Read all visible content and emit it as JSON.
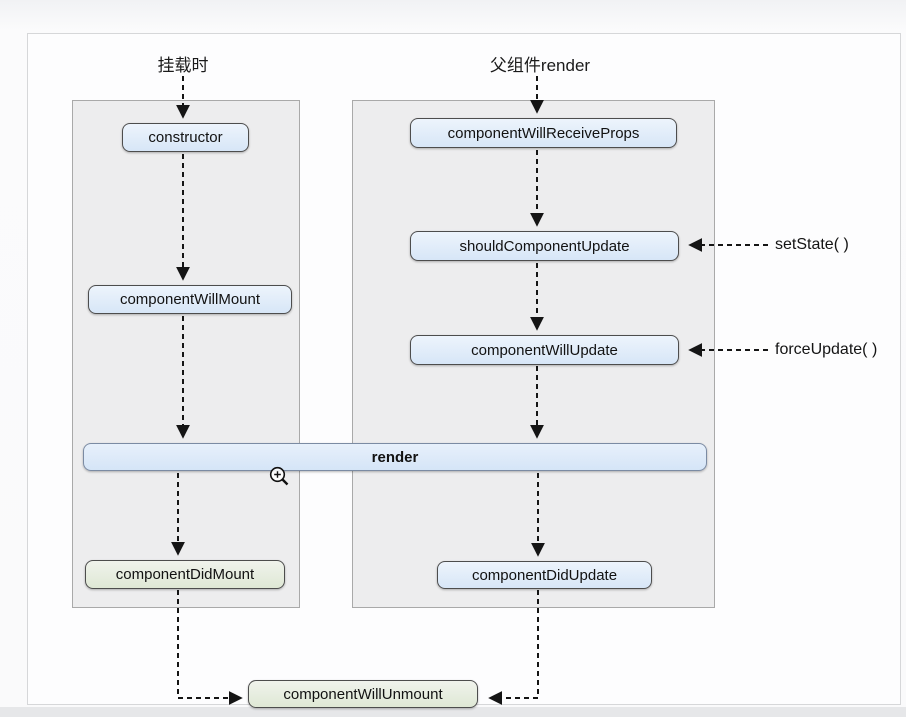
{
  "diagram": {
    "mount_flow": {
      "title": "挂载时",
      "boxes": {
        "constructor": "constructor",
        "component_will_mount": "componentWillMount",
        "component_did_mount": "componentDidMount"
      }
    },
    "update_flow": {
      "title": "父组件render",
      "boxes": {
        "component_will_receive_props": "componentWillReceiveProps",
        "should_component_update": "shouldComponentUpdate",
        "component_will_update": "componentWillUpdate",
        "component_did_update": "componentDidUpdate"
      }
    },
    "shared": {
      "render": "render",
      "component_will_unmount": "componentWillUnmount"
    },
    "annotations": {
      "set_state": "setState( )",
      "force_update": "forceUpdate( )"
    },
    "colors": {
      "lifecycle_box_blue": "#d9e8f8",
      "lifecycle_box_green": "#e3ebda",
      "box_border": "#4d4d4d",
      "render_border": "#7b8ba3",
      "column_bg": "#ededee",
      "column_border": "#a9a9a9",
      "arrow": "#151515"
    },
    "icons": {
      "zoom_cursor": "magnifier-plus-icon"
    }
  }
}
